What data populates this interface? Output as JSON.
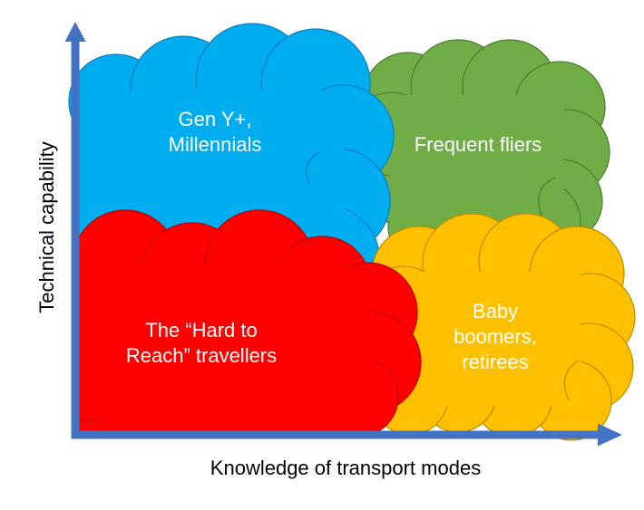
{
  "page": {
    "background": "#FFFFFF"
  },
  "diagram": {
    "type": "quadrant-cloud-matrix",
    "x_axis": {
      "label": "Knowledge of transport modes",
      "color": "#4472C4",
      "text_color": "#000000"
    },
    "y_axis": {
      "label": "Technical capability",
      "color": "#4472C4",
      "text_color": "#000000"
    },
    "quadrants": [
      {
        "id": "top-left",
        "position": "high technical capability / low knowledge",
        "label": "Gen Y+,\nMillennials",
        "fill": "#00AEEF",
        "stroke": "#0B7FC4",
        "text_color": "#FFFFFF"
      },
      {
        "id": "top-right",
        "position": "high technical capability / high knowledge",
        "label": "Frequent fliers",
        "fill": "#70AD47",
        "stroke": "#507E32",
        "text_color": "#FFFFFF"
      },
      {
        "id": "bottom-left",
        "position": "low technical capability / low knowledge",
        "label": "The “Hard to\nReach” travellers",
        "fill": "#FF0000",
        "stroke": "#C00000",
        "text_color": "#FFFFFF"
      },
      {
        "id": "bottom-right",
        "position": "low technical capability / high knowledge",
        "label": "Baby\nboomers,\nretirees",
        "fill": "#FFC000",
        "stroke": "#BF9000",
        "text_color": "#FFFFFF"
      }
    ]
  }
}
